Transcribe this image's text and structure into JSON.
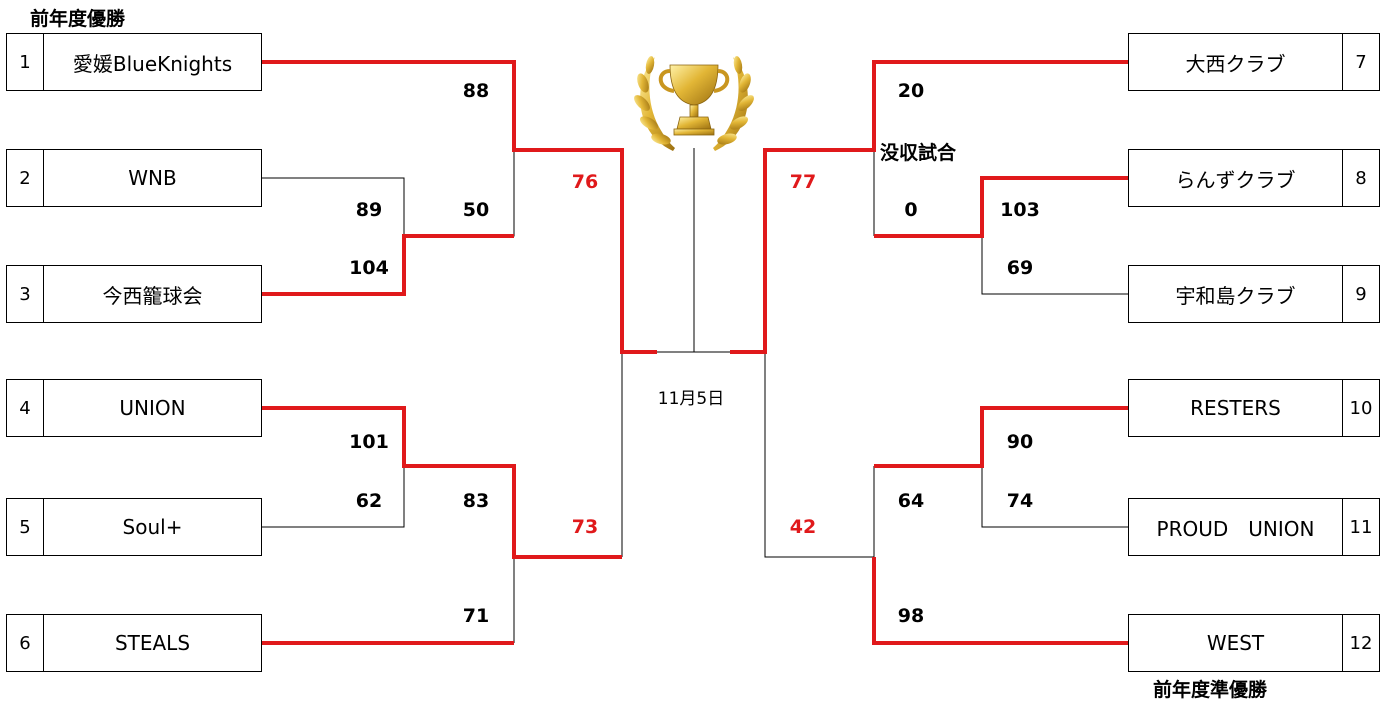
{
  "labels": {
    "prev_champion": "前年度優勝",
    "prev_runner_up": "前年度準優勝",
    "forfeit": "没収試合",
    "final_date": "11月5日"
  },
  "colors": {
    "winner_line": "#e0191b",
    "loser_line": "#000000"
  },
  "left_teams": [
    {
      "seed": "1",
      "name": "愛媛BlueKnights"
    },
    {
      "seed": "2",
      "name": "WNB"
    },
    {
      "seed": "3",
      "name": "今西籠球会"
    },
    {
      "seed": "4",
      "name": "UNION"
    },
    {
      "seed": "5",
      "name": "Soul+"
    },
    {
      "seed": "6",
      "name": "STEALS"
    }
  ],
  "right_teams": [
    {
      "seed": "7",
      "name": "大西クラブ"
    },
    {
      "seed": "8",
      "name": "らんずクラブ"
    },
    {
      "seed": "9",
      "name": "宇和島クラブ"
    },
    {
      "seed": "10",
      "name": "RESTERS"
    },
    {
      "seed": "11",
      "name": "PROUD　UNION"
    },
    {
      "seed": "12",
      "name": "WEST"
    }
  ],
  "scores": {
    "wnb": "89",
    "imanishi_r1": "104",
    "blueknights": "88",
    "imanishi_r2": "50",
    "union": "101",
    "soul": "62",
    "union_r2": "83",
    "steals": "71",
    "left_semi_top": "76",
    "left_semi_bottom": "73",
    "onishi": "20",
    "forfeit_score": "0",
    "rans_r1": "103",
    "uwajima": "69",
    "resters": "90",
    "proud_union": "74",
    "resters_r2": "64",
    "west": "98",
    "right_semi_top": "77",
    "right_semi_bottom": "42"
  },
  "trophy": {
    "icon": "trophy-with-laurel-wreath"
  }
}
